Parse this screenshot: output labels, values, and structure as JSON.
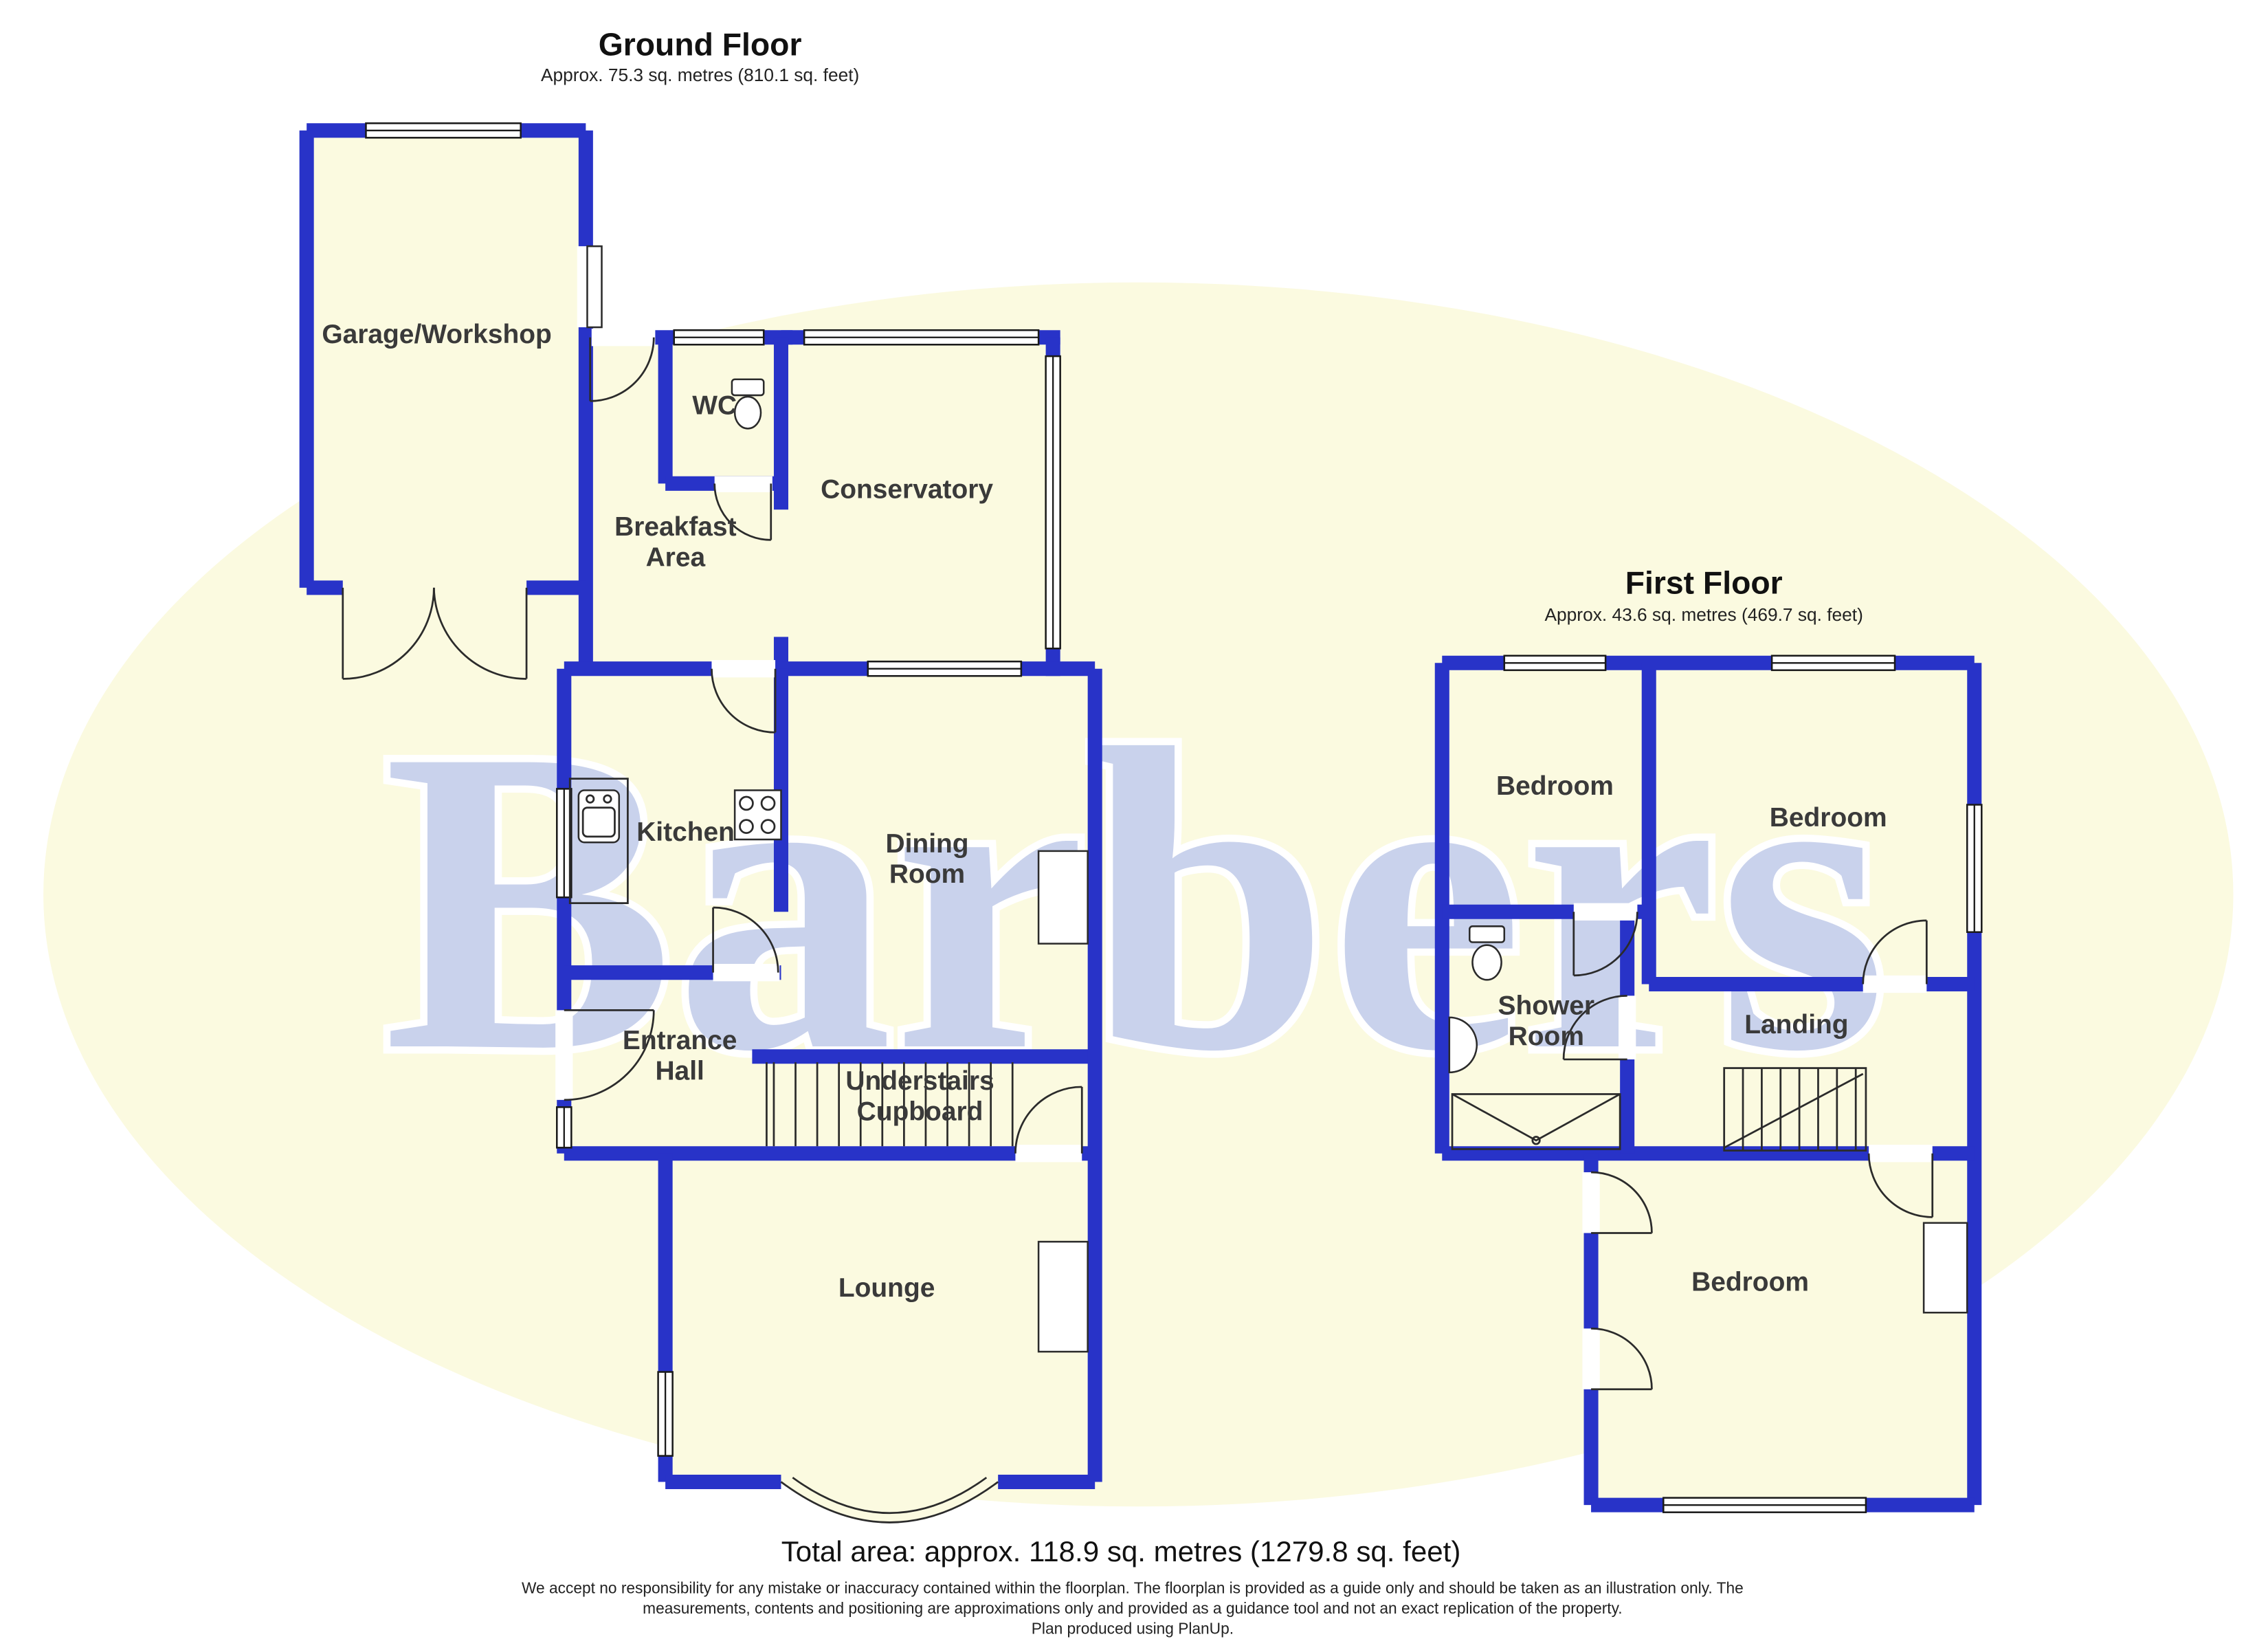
{
  "colors": {
    "wall": "#2833C8",
    "room_fill": "#FBFAE0",
    "watermark_fill": "#FBFAE0",
    "watermark_text": "#C9D2EC",
    "label_color": "#3A3A3A"
  },
  "watermark": {
    "text": "Barbers"
  },
  "ground_floor": {
    "title": "Ground Floor",
    "subtitle": "Approx. 75.3 sq. metres (810.1 sq. feet)",
    "labels": {
      "garage": "Garage/Workshop",
      "wc": "WC",
      "conservatory": "Conservatory",
      "breakfast_line1": "Breakfast",
      "breakfast_line2": "Area",
      "kitchen": "Kitchen",
      "dining_line1": "Dining",
      "dining_line2": "Room",
      "entrance_line1": "Entrance",
      "entrance_line2": "Hall",
      "understairs_line1": "Understairs",
      "understairs_line2": "Cupboard",
      "lounge": "Lounge"
    }
  },
  "first_floor": {
    "title": "First Floor",
    "subtitle": "Approx. 43.6 sq. metres (469.7 sq. feet)",
    "labels": {
      "bedroom_top_left": "Bedroom",
      "bedroom_top_right": "Bedroom",
      "shower_line1": "Shower",
      "shower_line2": "Room",
      "landing": "Landing",
      "bedroom_bottom": "Bedroom"
    }
  },
  "footer": {
    "total_area": "Total area: approx. 118.9 sq. metres (1279.8 sq. feet)",
    "disclaimer_line1": "We accept no responsibility for any mistake or inaccuracy contained within the floorplan. The floorplan is provided as a guide only and should be taken as an illustration only. The",
    "disclaimer_line2": "measurements, contents and positioning are approximations only and provided as a guidance tool and not an exact replication of the property.",
    "disclaimer_line3": "Plan produced using PlanUp."
  }
}
